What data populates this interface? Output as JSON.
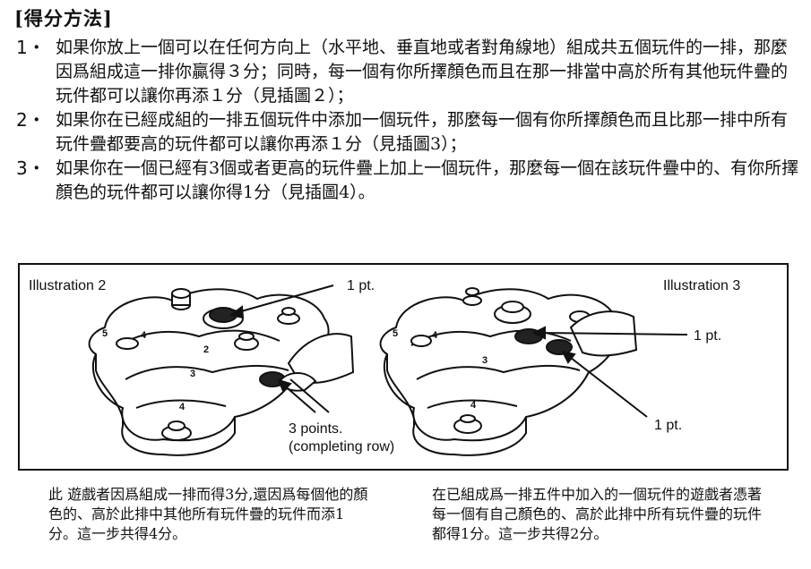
{
  "heading": "[得分方法]",
  "rules": [
    {
      "num": "1・",
      "text": "如果你放上一個可以在任何方向上（水平地、垂直地或者對角線地）組成共五個玩件的一排，那麼因爲組成這一排你贏得３分；同時，每一個有你所擇顏色而且在那一排當中高於所有其他玩件疊的玩件都可以讓你再添１分（見插圖２）；"
    },
    {
      "num": "2・",
      "text": "如果你在已經成組的一排五個玩件中添加一個玩件，那麼每一個有你所擇顏色而且比那一排中所有玩件疊都要高的玩件都可以讓你再添１分（見插圖3）；"
    },
    {
      "num": "3・",
      "text": "如果你在一個已經有3個或者更高的玩件疊上加上一個玩件，那麼每一個在該玩件疊中的、有你所擇顏色的玩件都可以讓你得1分（見插圖4）。"
    }
  ],
  "figure": {
    "left_title": "Illustration 2",
    "right_title": "Illustration 3",
    "left_pt_label": "1 pt.",
    "left_points_line1": "3 points.",
    "left_points_line2": "(completing row)",
    "right_pt_label_a": "1 pt.",
    "right_pt_label_b": "1 pt.",
    "board_numbers_left": [
      "5",
      "4",
      "2",
      "3",
      "4"
    ],
    "board_numbers_right": [
      "5",
      "4",
      "3",
      "4"
    ]
  },
  "captions": {
    "left": "此 遊戲者因爲組成一排而得3分,還因爲每個他的顏色的、高於此排中其他所有玩件疊的玩件而添1分。這一步共得4分。",
    "right": "在已組成爲一排五件中加入的一個玩件的遊戲者憑著每一個有自己顏色的、高於此排中所有玩件疊的玩件都得1分。這一步共得2分。"
  }
}
